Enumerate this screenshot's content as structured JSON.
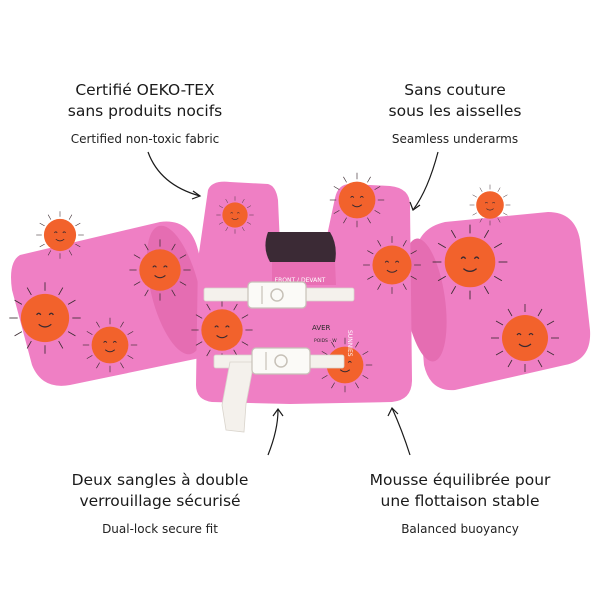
{
  "features": {
    "top_left": {
      "title_line1": "Certifié OEKO-TEX",
      "title_line2": "sans produits nocifs",
      "subtitle": "Certified non-toxic fabric"
    },
    "top_right": {
      "title_line1": "Sans couture",
      "title_line2": "sous les aisselles",
      "subtitle": "Seamless underarms"
    },
    "bottom_left": {
      "title_line1": "Deux sangles à double",
      "title_line2": "verrouillage sécurisé",
      "subtitle": "Dual-lock secure fit"
    },
    "bottom_right": {
      "title_line1": "Mousse équilibrée pour",
      "title_line2": "une flottaison stable",
      "subtitle": "Balanced buoyancy"
    }
  },
  "product": {
    "label_front": "FRONT / DEVANT",
    "label_brand": "SUNNIES",
    "label_weight": "AVER",
    "label_small": "POIDS · W"
  },
  "colors": {
    "vest_pink": "#ef7fc4",
    "sun_orange": "#f2622c",
    "strap_white": "#f4f1ec",
    "inner_dark": "#3b2a35"
  }
}
